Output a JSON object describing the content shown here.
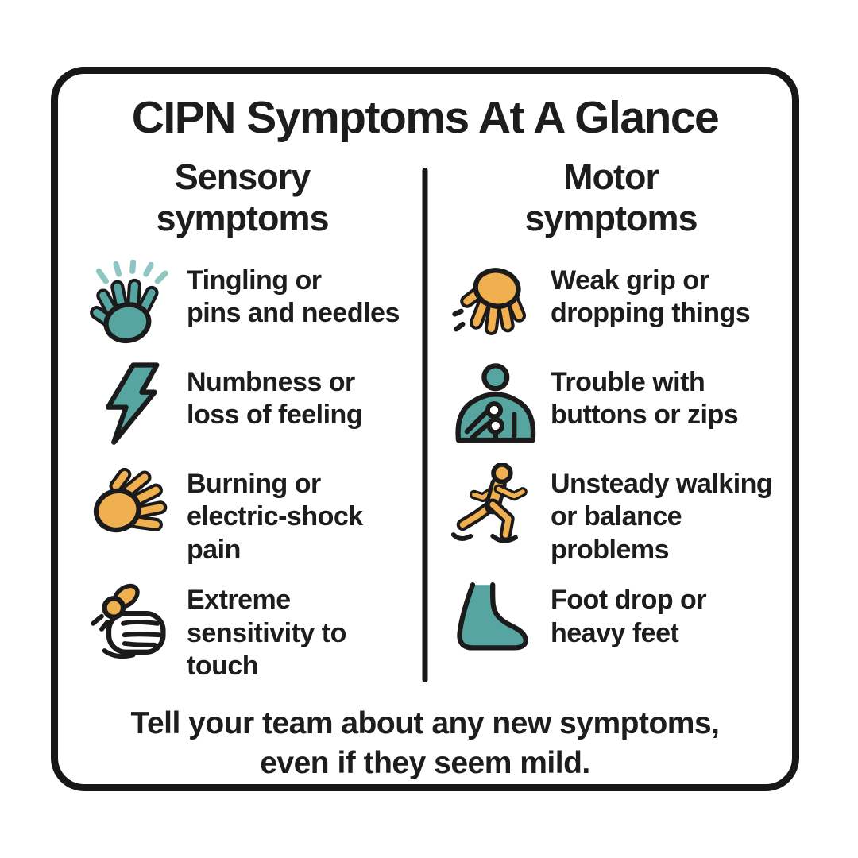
{
  "title": "CIPN Symptoms At A Glance",
  "columns": [
    {
      "header": "Sensory\nsymptoms",
      "items": [
        {
          "icon": "tingling-hand-icon",
          "label": "Tingling or\npins and needles"
        },
        {
          "icon": "lightning-bolt-icon",
          "label": "Numbness or\nloss of feeling"
        },
        {
          "icon": "burning-hand-icon",
          "label": "Burning or\nelectric-shock\npain"
        },
        {
          "icon": "touch-sensitivity-icon",
          "label": "Extreme\nsensitivity to\ntouch"
        }
      ]
    },
    {
      "header": "Motor\nsymptoms",
      "items": [
        {
          "icon": "dropping-hand-icon",
          "label": "Weak grip or\ndropping things"
        },
        {
          "icon": "buttons-torso-icon",
          "label": "Trouble with\nbuttons or zips"
        },
        {
          "icon": "walking-person-icon",
          "label": "Unsteady walking\nor balance\nproblems"
        },
        {
          "icon": "foot-icon",
          "label": "Foot drop or\nheavy feet"
        }
      ]
    }
  ],
  "footer": "Tell your team about any new symptoms,\neven if they seem mild.",
  "colors": {
    "teal": "#57A5A1",
    "teal_light": "#8FC6C1",
    "amber": "#F1B04F",
    "outline": "#1B1B1B",
    "text": "#1D1D1D",
    "background": "#FFFFFF"
  }
}
